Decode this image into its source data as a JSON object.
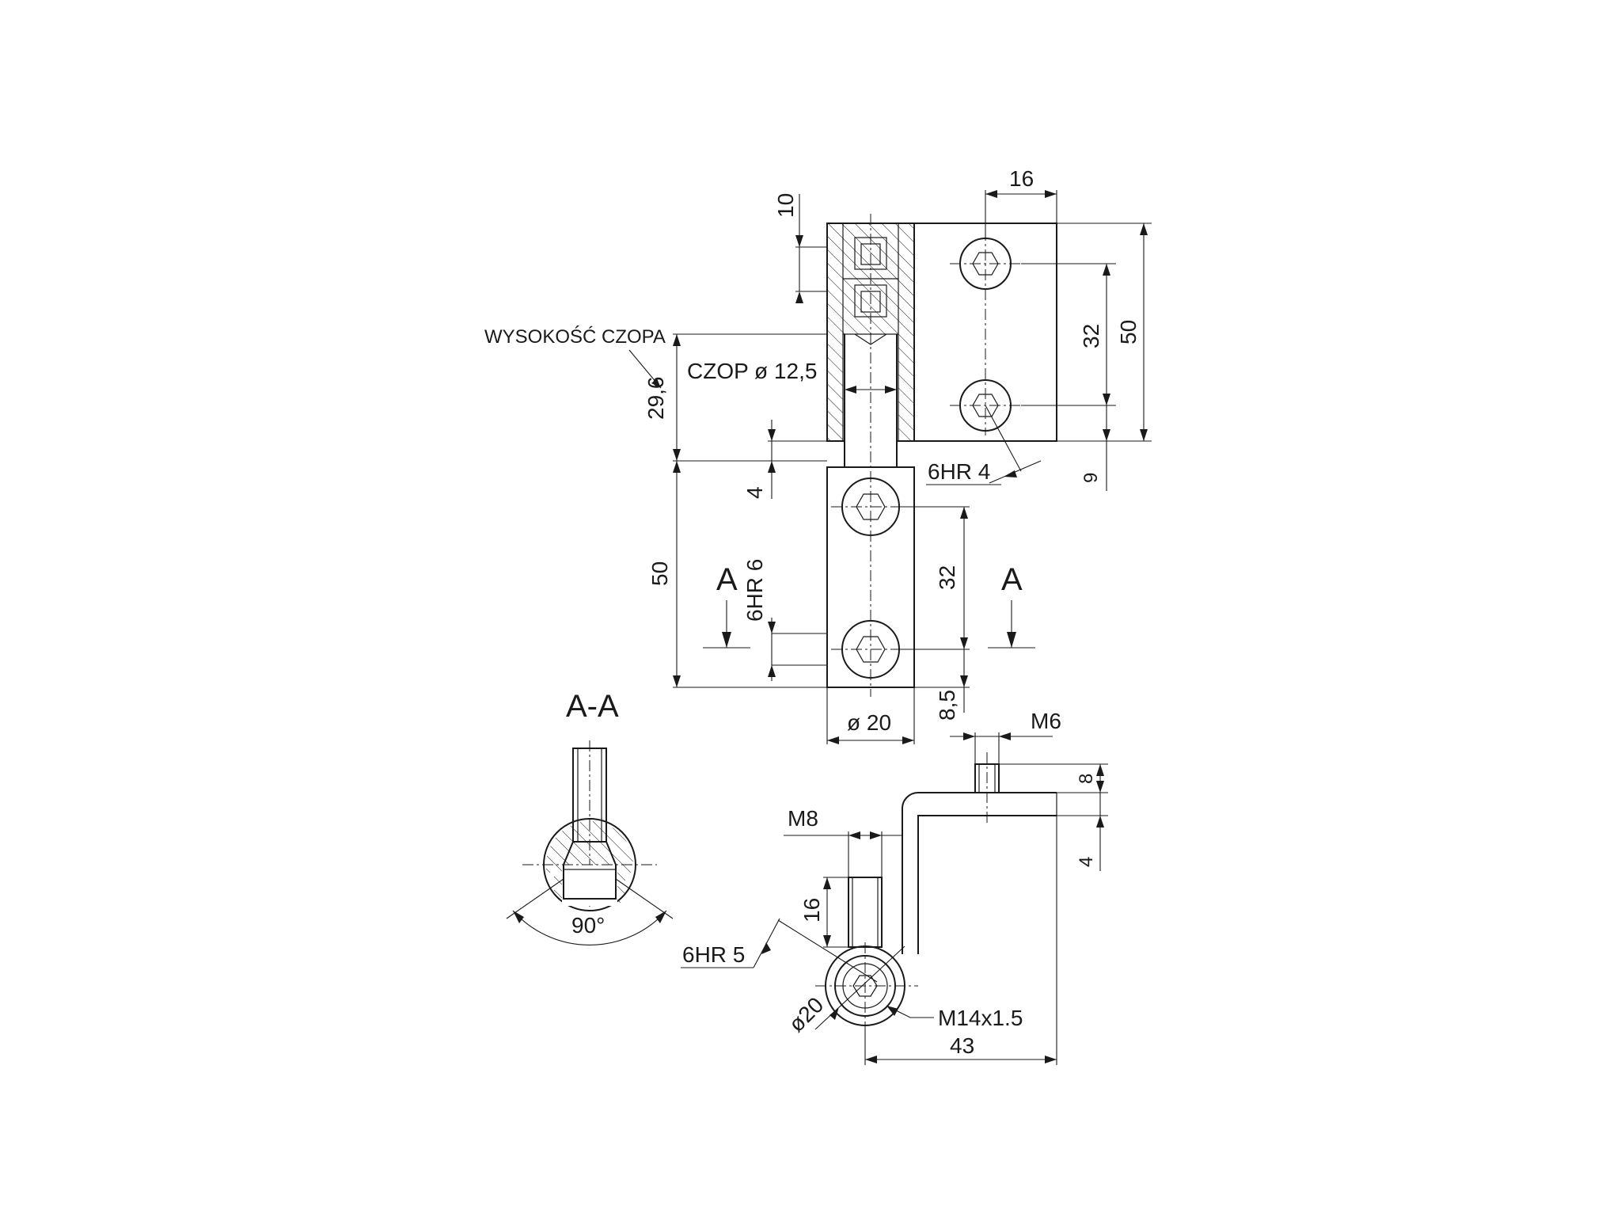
{
  "labels": {
    "pin_height_label": "WYSOKOŚĆ CZOPA",
    "pin_diameter": "CZOP ø 12,5",
    "section_title": "A-A",
    "section_mark_left": "A",
    "section_mark_right": "A"
  },
  "dimensions": {
    "top_width": "16",
    "cap_height": "10",
    "pin_height": "29,6",
    "upper_hole_spacing": "32",
    "upper_height": "50",
    "upper_hex_key": "6HR 4",
    "upper_bottom_offset": "9",
    "collar_gap": "4",
    "lower_height": "50",
    "lower_hex_key": "6HR 6",
    "lower_hole_spacing": "32",
    "lower_bottom_offset": "8,5",
    "lower_diameter": "ø 20",
    "bracket_thread_small": "M6",
    "bracket_thread_small_len": "8",
    "bracket_plate_thick": "4",
    "bracket_thread_big": "M8",
    "bracket_thread_big_len": "16",
    "bracket_hex_key": "6HR 5",
    "bracket_diameter": "ø20",
    "bracket_thread_main": "M14x1.5",
    "bracket_length": "43",
    "section_angle": "90°"
  }
}
